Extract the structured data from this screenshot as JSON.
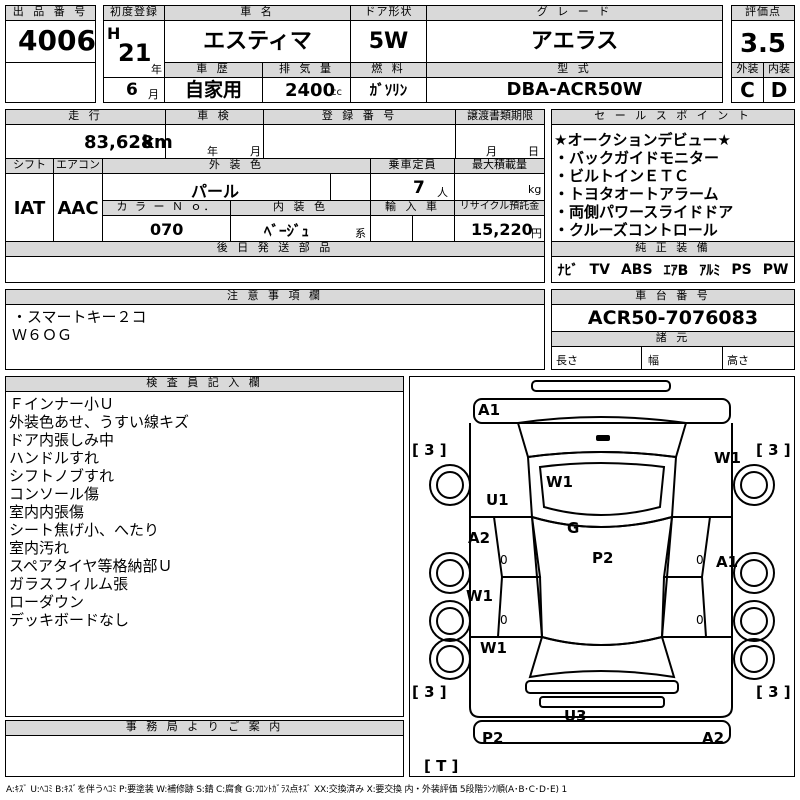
{
  "header": {
    "lot_label": "出 品 番 号",
    "lot_value": "4006",
    "first_reg_label": "初度登録",
    "era": "H",
    "year": "21",
    "year_unit": "年",
    "month": "6",
    "month_unit": "月",
    "model_label": "車 名",
    "model_value": "エスティマ",
    "doors_label": "ドア形状",
    "doors_value": "5W",
    "grade_label": "グ レ ー ド",
    "grade_value": "アエラス",
    "score_label": "評価点",
    "score_value": "3.5",
    "history_label": "車 歴",
    "history_value": "自家用",
    "displacement_label": "排 気 量",
    "displacement_value": "2400",
    "displacement_unit": "cc",
    "fuel_label": "燃 料",
    "fuel_value": "ｶﾞｿﾘﾝ",
    "type_label": "型 式",
    "type_value": "DBA-ACR50W",
    "exterior_label": "外装",
    "exterior_value": "C",
    "interior_label": "内装",
    "interior_value": "D"
  },
  "row2": {
    "mileage_label": "走 行",
    "mileage_value": "83,628",
    "mileage_unit": "km",
    "inspection_label": "車 検",
    "inspection_year_unit": "年",
    "inspection_month_unit": "月",
    "reg_no_label": "登 録 番 号",
    "transfer_label": "譲渡書類期限",
    "transfer_month_unit": "月",
    "transfer_day_unit": "日",
    "shift_label": "シフト",
    "shift_value": "IAT",
    "ac_label": "エアコン",
    "ac_value": "AAC",
    "color_label": "外 装 色",
    "color_value": "パール",
    "capacity_label": "乗車定員",
    "capacity_value": "7",
    "capacity_unit": "人",
    "load_label": "最大積載量",
    "load_unit": "kg",
    "color_no_label": "カ ラ ー Ｎ ｏ．",
    "color_no_value": "070",
    "interior_color_label": "内 装 色",
    "interior_color_value": "ﾍﾞｰｼﾞｭ",
    "interior_color_unit": "系",
    "import_label": "輸 入 車",
    "recycle_label": "リサイクル預託金",
    "recycle_value": "15,220",
    "recycle_unit": "円",
    "later_parts_label": "後 日 発 送 部 品"
  },
  "sales_points": {
    "label": "セ ー ル ス ポ イ ン ト",
    "lines": [
      "★オークションデビュー★",
      "・バックガイドモニター",
      "・ビルトインＥＴＣ",
      "・トヨタオートアラーム",
      "・両側パワースライドドア",
      "・クルーズコントロール"
    ]
  },
  "equipment": {
    "label": "純 正 装 備",
    "items": [
      "ﾅﾋﾞ",
      "TV",
      "ABS",
      "ｴｱB",
      "ｱﾙﾐ",
      "PS",
      "PW"
    ]
  },
  "notes": {
    "label": "注 意 事 項 欄",
    "lines": [
      "・スマートキー２コ",
      "Ｗ６ＯＧ"
    ]
  },
  "chassis": {
    "label": "車 台 番 号",
    "value": "ACR50-7076083",
    "specs_label": "諸 元",
    "length_label": "長さ",
    "width_label": "幅",
    "height_label": "高さ"
  },
  "inspector": {
    "label": "検 査 員 記 入 欄",
    "lines": [
      "Ｆインナー小Ｕ",
      "外装色あせ、うすい線キズ",
      "ドア内張しみ中",
      "ハンドルすれ",
      "シフトノブすれ",
      "コンソール傷",
      "室内内張傷",
      "シート焦げ小、へたり",
      "室内汚れ",
      "スペアタイヤ等格納部Ｕ",
      "ガラスフィルム張",
      "ローダウン",
      "デッキボードなし"
    ]
  },
  "office": {
    "label": "事 務 局 よ り ご 案 内"
  },
  "diagram": {
    "marks": {
      "a1_top": "A1",
      "w1_top": "W1",
      "w1_right": "W1",
      "u1": "U1",
      "g": "G",
      "a2_left": "A2",
      "p2_mid": "P2",
      "a1_right": "A1",
      "w1_left": "W1",
      "w1_left2": "W1",
      "u3": "U3",
      "p2_bottom": "P2",
      "a2_bottom": "A2",
      "zero_left_1": "0",
      "zero_right_1": "0",
      "zero_left_2": "0",
      "zero_right_2": "0"
    },
    "brackets": {
      "tl": "[ 3 ]",
      "tr": "[ 3 ]",
      "bl": "[ 3 ]",
      "br": "[ 3 ]",
      "t": "[ T ]"
    }
  },
  "legend": "A:ｷｽﾞ U:ﾍｺﾐ B:ｷｽﾞを伴うﾍｺﾐ P:要塗装 W:補修跡 S:錆 C:腐食 G:ﾌﾛﾝﾄｶﾞﾗｽ点ｷｽﾞ XX:交換済み X:要交換 内・外装評価 5段階ﾗﾝｸ順(A･B･C･D･E) 1"
}
